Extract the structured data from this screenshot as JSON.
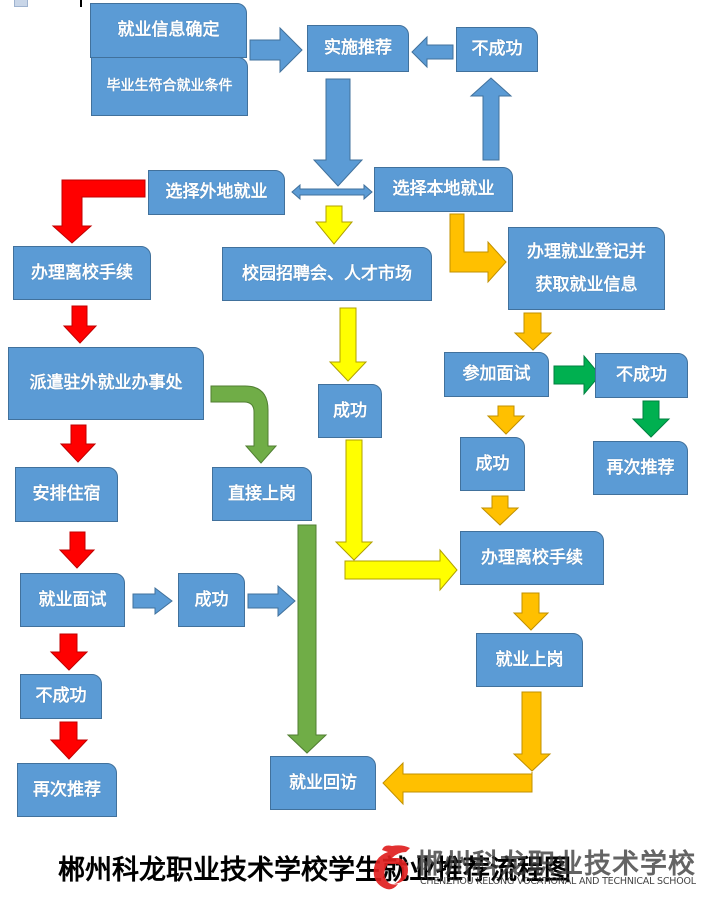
{
  "title": "郴州科龙职业技术学校学生就业推荐流程图",
  "watermark": {
    "name": "郴州科龙职业技术学校",
    "subtitle": "CHENZHOU KELONG VOCATIONAL AND TECHNICAL SCHOOL",
    "logo_icon": "dragon-logo-icon"
  },
  "colors": {
    "box_fill": "#5b9bd5",
    "box_border": "#41719c",
    "arrow_blue": "#5b9bd5",
    "arrow_red": "#ff0000",
    "arrow_yellow": "#ffff00",
    "arrow_orange": "#ffc000",
    "arrow_green": "#00b050",
    "arrow_olive_green": "#70ad47",
    "logo_red": "#e02020"
  },
  "nodes": {
    "info_confirm": "就业信息确定",
    "graduate_eligible": "毕业生符合就业条件",
    "implement_recommend": "实施推荐",
    "fail_top": "不成功",
    "choose_remote": "选择外地就业",
    "choose_local": "选择本地就业",
    "leave_school_left": "办理离校手续",
    "campus_fair": "校园招聘会、人才市场",
    "register_line1": "办理就业登记并",
    "register_line2": "获取就业信息",
    "dispatch_office": "派遣驻外就业办事处",
    "attend_interview": "参加面试",
    "fail_right": "不成功",
    "success_mid": "成功",
    "arrange_lodging": "安排住宿",
    "direct_onboard": "直接上岗",
    "success_right": "成功",
    "re_recommend_right": "再次推荐",
    "leave_school_right": "办理离校手续",
    "job_interview": "就业面试",
    "success_left": "成功",
    "onboard": "就业上岗",
    "fail_left": "不成功",
    "follow_up": "就业回访",
    "re_recommend_left": "再次推荐"
  },
  "edges": [
    {
      "from": "info_confirm",
      "to": "implement_recommend",
      "color": "blue"
    },
    {
      "from": "fail_top",
      "to": "implement_recommend",
      "color": "blue"
    },
    {
      "from": "implement_recommend",
      "to": "choose_local_remote_split",
      "color": "blue"
    },
    {
      "from": "choose_local",
      "to": "fail_top",
      "color": "blue"
    },
    {
      "from": "choose_remote",
      "to": "choose_local",
      "color": "blue",
      "bidirectional": true
    },
    {
      "from": "choose_remote",
      "to": "leave_school_left",
      "color": "red"
    },
    {
      "from": "split",
      "to": "campus_fair",
      "color": "yellow"
    },
    {
      "from": "choose_local",
      "to": "register",
      "color": "orange"
    },
    {
      "from": "leave_school_left",
      "to": "dispatch_office",
      "color": "red"
    },
    {
      "from": "campus_fair",
      "to": "success_mid",
      "color": "yellow"
    },
    {
      "from": "register",
      "to": "attend_interview",
      "color": "orange"
    },
    {
      "from": "attend_interview",
      "to": "fail_right",
      "color": "green"
    },
    {
      "from": "fail_right",
      "to": "re_recommend_right",
      "color": "green"
    },
    {
      "from": "attend_interview",
      "to": "success_right",
      "color": "orange"
    },
    {
      "from": "dispatch_office",
      "to": "arrange_lodging",
      "color": "red"
    },
    {
      "from": "dispatch_office",
      "to": "direct_onboard",
      "color": "olive-green"
    },
    {
      "from": "success_mid",
      "to": "leave_school_right",
      "color": "yellow"
    },
    {
      "from": "success_right",
      "to": "leave_school_right",
      "color": "orange"
    },
    {
      "from": "arrange_lodging",
      "to": "job_interview",
      "color": "red"
    },
    {
      "from": "job_interview",
      "to": "success_left",
      "color": "blue"
    },
    {
      "from": "success_left",
      "to": "follow_up_line",
      "color": "blue"
    },
    {
      "from": "direct_onboard",
      "to": "follow_up",
      "color": "olive-green"
    },
    {
      "from": "leave_school_right",
      "to": "onboard",
      "color": "orange"
    },
    {
      "from": "job_interview",
      "to": "fail_left",
      "color": "red"
    },
    {
      "from": "fail_left",
      "to": "re_recommend_left",
      "color": "red"
    },
    {
      "from": "onboard",
      "to": "follow_up",
      "color": "orange"
    }
  ]
}
